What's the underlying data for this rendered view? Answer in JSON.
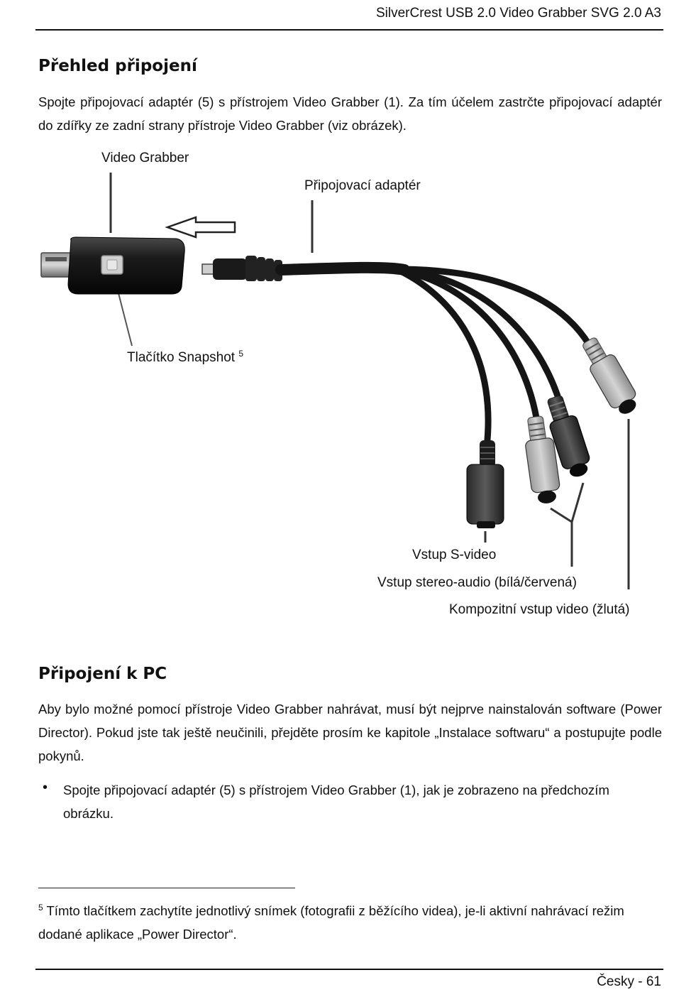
{
  "header": {
    "title": "SilverCrest USB 2.0 Video Grabber SVG 2.0 A3"
  },
  "section1": {
    "heading": "Přehled připojení",
    "paragraph": "Spojte připojovací adaptér (5) s přístrojem Video Grabber (1). Za tím účelem zastrčte připojovací adaptér do zdířky ze zadní strany přístroje Video Grabber (viz obrázek)."
  },
  "figure": {
    "label_video_grabber": "Video Grabber",
    "label_adapter": "Připojovací adaptér",
    "label_snapshot": "Tlačítko Snapshot",
    "label_snapshot_note": "5",
    "label_svideo": "Vstup S-video",
    "label_stereo": "Vstup stereo-audio (bílá/červená)",
    "label_composite": "Kompozitní vstup video (žlutá)"
  },
  "section2": {
    "heading": "Připojení k PC",
    "paragraph": "Aby bylo možné pomocí přístroje Video Grabber nahrávat, musí být nejprve nainstalován software (Power Director). Pokud jste tak ještě neučinili, přejděte prosím ke kapitole „Instalace softwaru“ a postupujte podle pokynů.",
    "bullet_symbol": "•",
    "bullet": "Spojte připojovací adaptér (5) s přístrojem Video Grabber (1), jak je zobrazeno na předchozím obrázku."
  },
  "footnote": {
    "number": "5",
    "text": "Tímto tlačítkem zachytíte jednotlivý snímek (fotografii z běžícího videa), je-li aktivní nahrávací režim dodané aplikace „Power Director“."
  },
  "footer": {
    "page": "Česky - 61"
  }
}
